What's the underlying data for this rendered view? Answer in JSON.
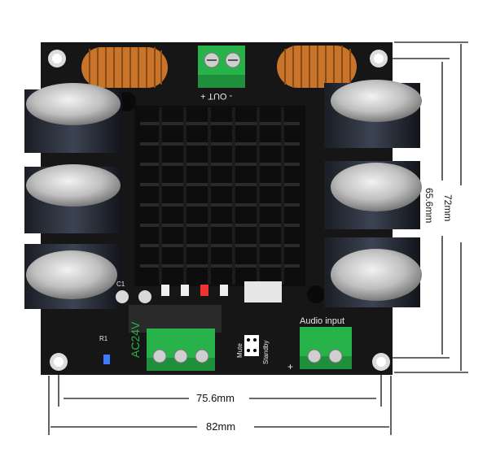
{
  "product": {
    "pcb_color": "#161616",
    "heatsink_color": "#0d0d0d",
    "terminal_color": "#27b34a",
    "inductor_color": "#c8742a",
    "capacitor_color": "#2b2f3a",
    "led_color": "#3a7bff"
  },
  "silkscreen": {
    "out_label": "- OUT +",
    "audio_input": "Audio input",
    "ac_label": "AC24V",
    "mute": "Mute",
    "standby": "Standby",
    "plus": "+",
    "c1": "C1",
    "r1": "R1"
  },
  "dimensions": {
    "inner_width": "75.6mm",
    "outer_width": "82mm",
    "inner_height": "65.6mm",
    "outer_height": "72mm"
  }
}
